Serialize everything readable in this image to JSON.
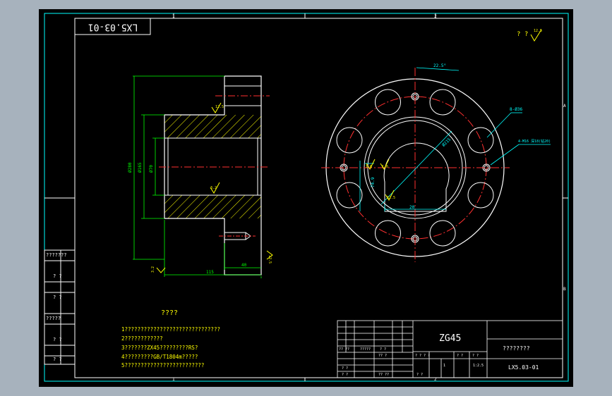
{
  "sheet": {
    "drawing_number_top": "LX5.03-01",
    "roughness_corner_prefix": "? ?",
    "roughness_corner_value": "12.5"
  },
  "border_refs": {
    "top_1": "1",
    "top_2": "2",
    "bottom_1": "1",
    "bottom_2": "2",
    "right_A": "A",
    "right_B": "B"
  },
  "left_strip": {
    "labels": [
      "???????",
      "? ?",
      "? ?",
      "?????",
      "? ?",
      "? ?"
    ]
  },
  "section_view": {
    "dim_outer_dia": "Ø280",
    "dim_hub_dia": "Ø165",
    "dim_bore_dia": "Ø70",
    "dim_total_length": "115",
    "dim_flange_width": "40",
    "roughness_1": "12.5",
    "roughness_2": "3.2",
    "roughness_3": "3.2",
    "roughness_4": "12.5",
    "roughness_5": "6.3"
  },
  "end_view": {
    "dim_angle": "22.5°",
    "dim_bolt_circle": "Ø215",
    "dim_keyway_depth": "74.9",
    "dim_keyway_width": "20",
    "dim_key_chamfer": "R2.5",
    "dim_small_roughness_1": "1.6",
    "dim_small_roughness_2": "1.6",
    "callout_holes": "8-Ø36",
    "callout_threads": "4-M16 深18(钻20)"
  },
  "notes": {
    "heading": "????",
    "lines": [
      "1??????????????????????????????",
      "2????????????",
      "3???????ZX45?????????RS?",
      "4?????????GB/T1804m?????",
      "5?????????????????????????"
    ]
  },
  "title_block": {
    "material": "ZG45",
    "part_name": "????????",
    "drawing_number": "LX5.03-01",
    "scale": "1:2.5",
    "cells": {
      "r1a": "?? ??",
      "r1b": "?????",
      "r1c": "? ?",
      "r2a": "? ?",
      "r2b": "?? ?",
      "r3a": "? ?",
      "r3b": "?? ??",
      "s1": "? ? ? ?",
      "s2": "? ?",
      "s3": "? ?",
      "s4": "? ?",
      "s5": "1"
    }
  }
}
